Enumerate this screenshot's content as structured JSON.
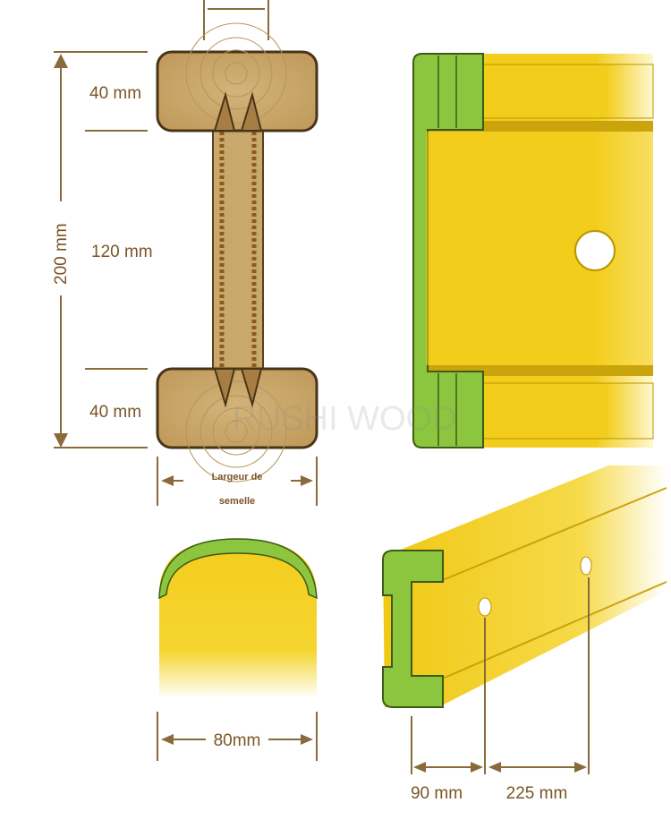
{
  "labels": {
    "top_flange": "40 mm",
    "web": "120 mm",
    "total_height": "200 mm",
    "bottom_flange": "40 mm",
    "flange_width_line1": "Largeur de",
    "flange_width_line2": "semelle",
    "end_cap_width": "80mm",
    "hole_offset": "90 mm",
    "hole_spacing": "225 mm"
  },
  "watermark": "RUSHI WOOD",
  "colors": {
    "dimension_text": "#7a5526",
    "wood": "#c9a86c",
    "beam_yellow": "#f3cd1c",
    "end_cap_green": "#8cc63f"
  }
}
